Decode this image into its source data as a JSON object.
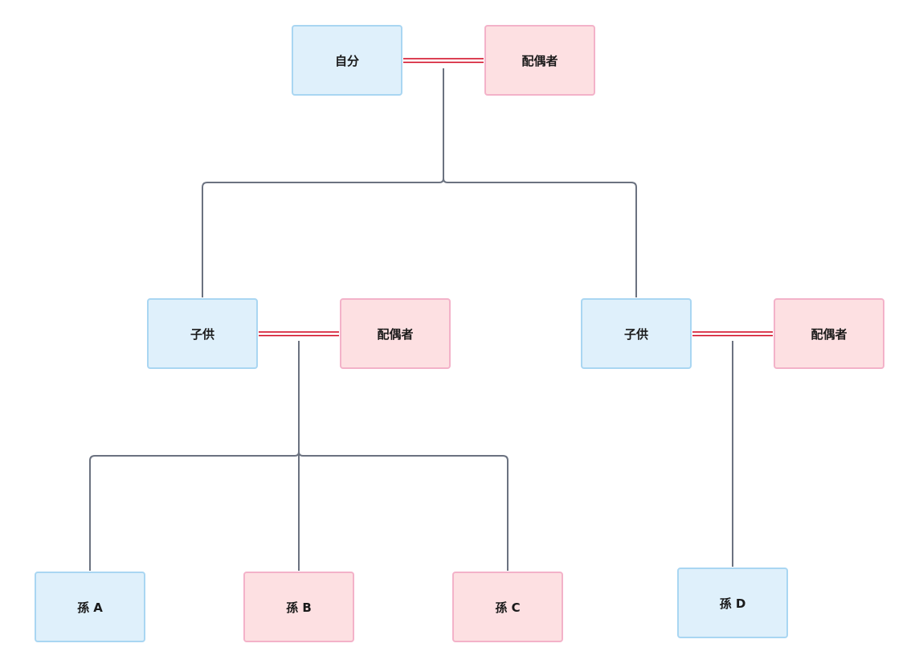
{
  "colors": {
    "male_fill": "#dff0fb",
    "male_border": "#a9d6f2",
    "female_fill": "#fde0e2",
    "female_border": "#f3b2c9",
    "connector": "#6b7280",
    "marriage_line": "#d0021b"
  },
  "nodes": {
    "self": "自分",
    "spouse_self": "配偶者",
    "child1": "子供",
    "spouse_child1": "配偶者",
    "child2": "子供",
    "spouse_child2": "配偶者",
    "grandchild_a": "孫 A",
    "grandchild_b": "孫 B",
    "grandchild_c": "孫 C",
    "grandchild_d": "孫 D"
  }
}
